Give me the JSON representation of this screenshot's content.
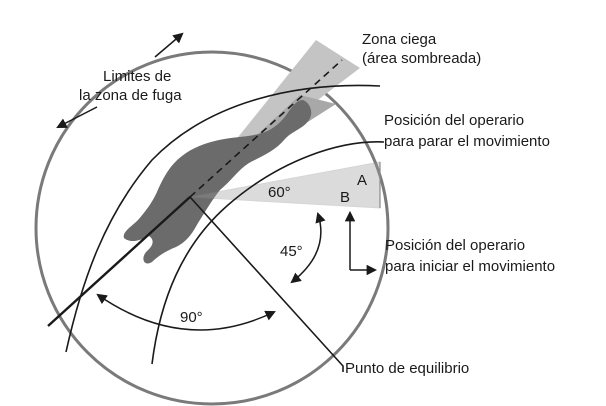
{
  "labels": {
    "blind_zone_line1": "Zona ciega",
    "blind_zone_line2": "(área sombreada)",
    "flight_limits_line1": "Limites de",
    "flight_limits_line2": "la zona de fuga",
    "stop_position_line1": "Posición del operario",
    "stop_position_line2": "para parar el movimiento",
    "start_position_line1": "Posición del operario",
    "start_position_line2": "para iniciar el movimiento",
    "balance_point": "Punto de equilibrio",
    "point_a": "A",
    "point_b": "B",
    "angle_60": "60°",
    "angle_45": "45°",
    "angle_90": "90°"
  },
  "colors": {
    "ink": "#1a1a1a",
    "circle": "#7a7a7a",
    "animal": "#6b6b6b",
    "blind_zone": "#c4c4c4",
    "blind_zone_inner": "#a8a8a8",
    "wedge": "#9a9a9a"
  }
}
